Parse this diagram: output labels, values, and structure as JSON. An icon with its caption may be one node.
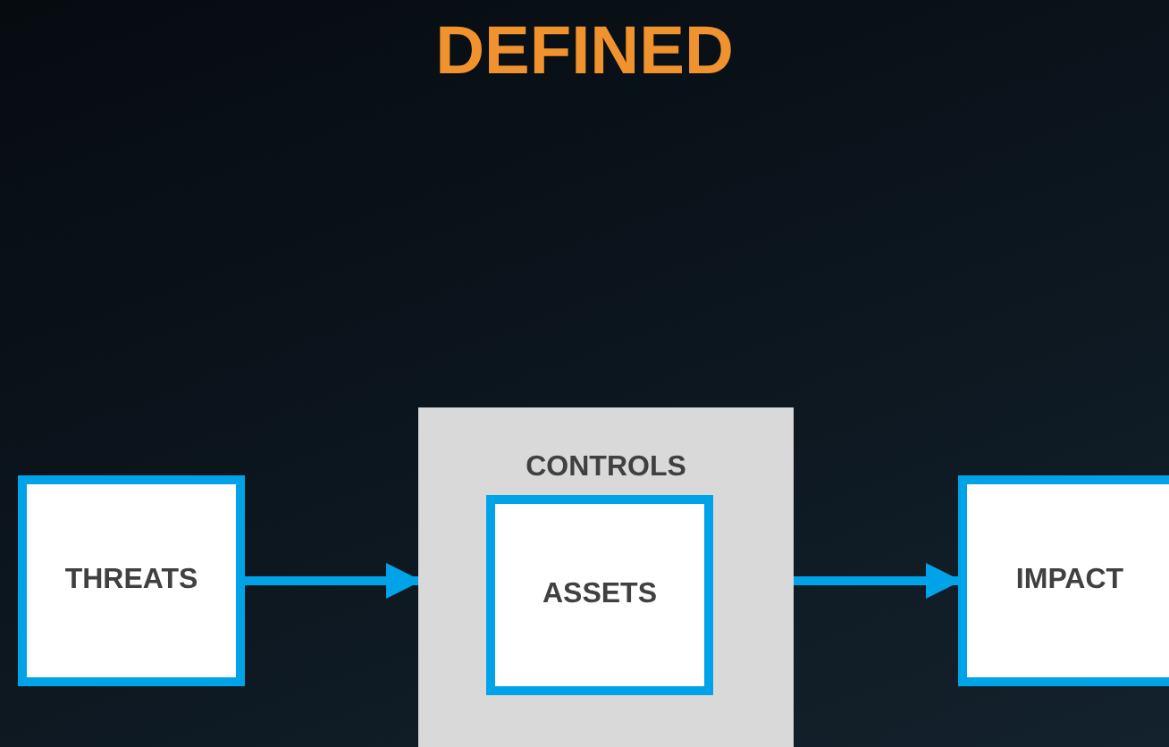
{
  "diagram": {
    "title": "DEFINED",
    "nodes": [
      {
        "text": [
          "THREATS"
        ]
      },
      {
        "text": [
          "CONTROLS"
        ]
      },
      {
        "text": [
          "ASSETS"
        ],
        "in": 1
      },
      {
        "text": [
          "IMPACT"
        ]
      }
    ],
    "edges": [
      {
        "from": 0,
        "to": 1,
        "arrow": "to"
      },
      {
        "from": 1,
        "to": 3,
        "arrow": "to"
      }
    ]
  }
}
